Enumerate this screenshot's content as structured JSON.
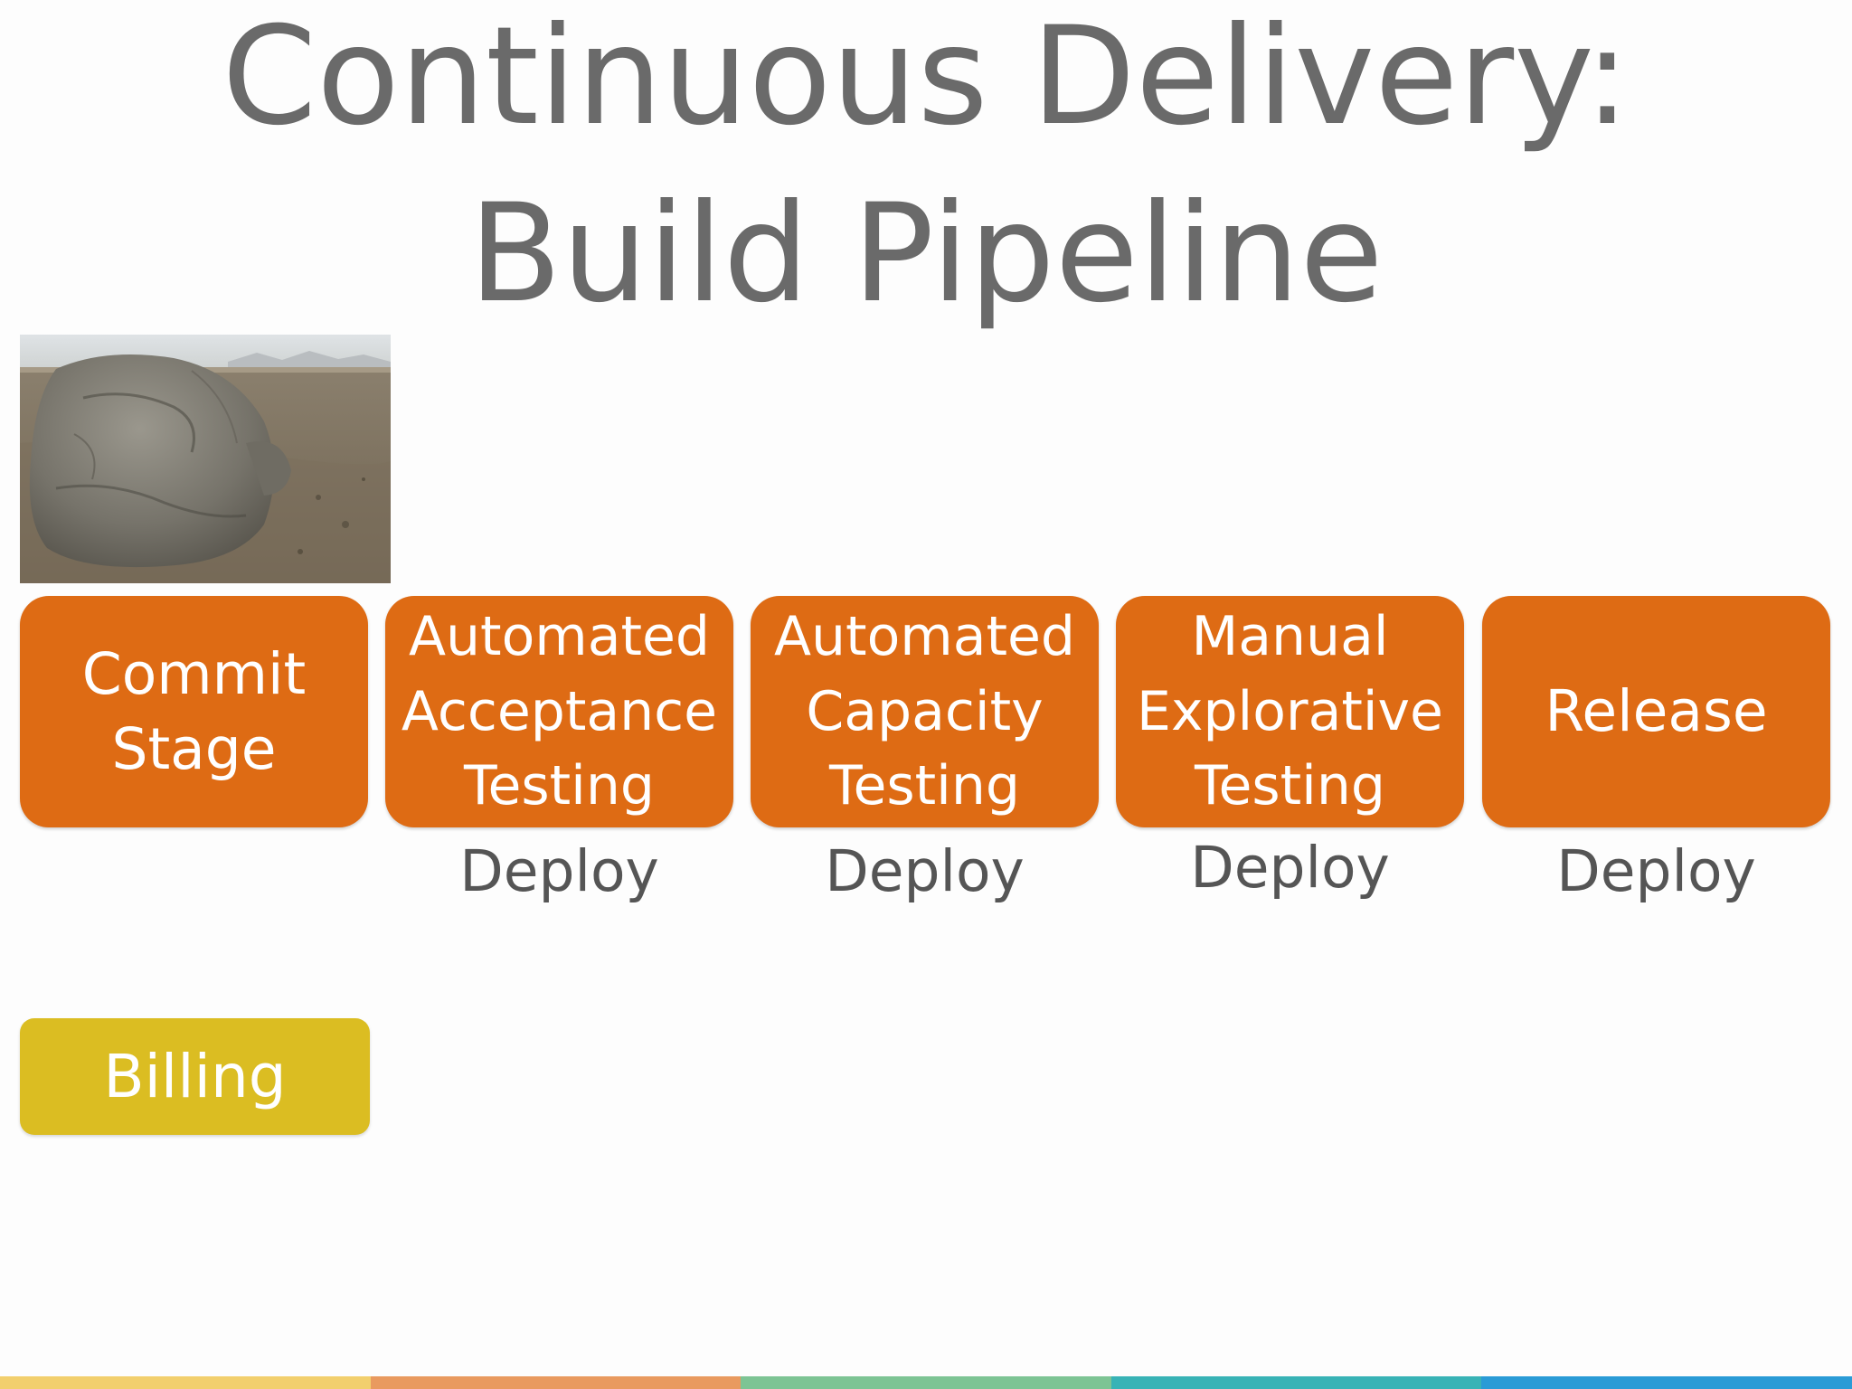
{
  "slide": {
    "title_line1": "Continuous Delivery:",
    "title_line2": "Build Pipeline"
  },
  "stages": [
    {
      "lines": [
        "Commit",
        "Stage"
      ],
      "deploy": ""
    },
    {
      "lines": [
        "Automated",
        "Acceptance",
        "Testing"
      ],
      "deploy": "Deploy"
    },
    {
      "lines": [
        "Automated",
        "Capacity",
        "Testing"
      ],
      "deploy": "Deploy"
    },
    {
      "lines": [
        "Manual",
        "Explorative",
        "Testing"
      ],
      "deploy": "Deploy"
    },
    {
      "lines": [
        "Release"
      ],
      "deploy": "Deploy"
    }
  ],
  "billing": {
    "label": "Billing"
  },
  "colors": {
    "stage": "#de6b14",
    "billing": "#dbbd22",
    "title": "#6a6a6a",
    "footer": [
      "#f2cf6d",
      "#e99a5f",
      "#7dc494",
      "#38b3b6",
      "#2a9bd6"
    ]
  },
  "image": {
    "subject": "boulder-photo"
  }
}
